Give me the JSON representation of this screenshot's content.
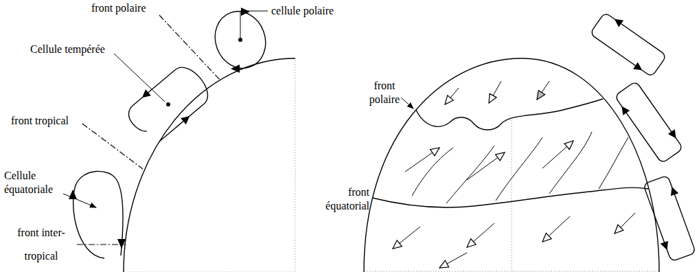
{
  "diagram": {
    "labels": [
      "cellule polaire",
      "front polaire",
      "Cellule tempérée",
      "front tropical",
      "Cellule équatoriale",
      "front inter-tropical",
      "front polaire",
      "front équatorial"
    ]
  }
}
